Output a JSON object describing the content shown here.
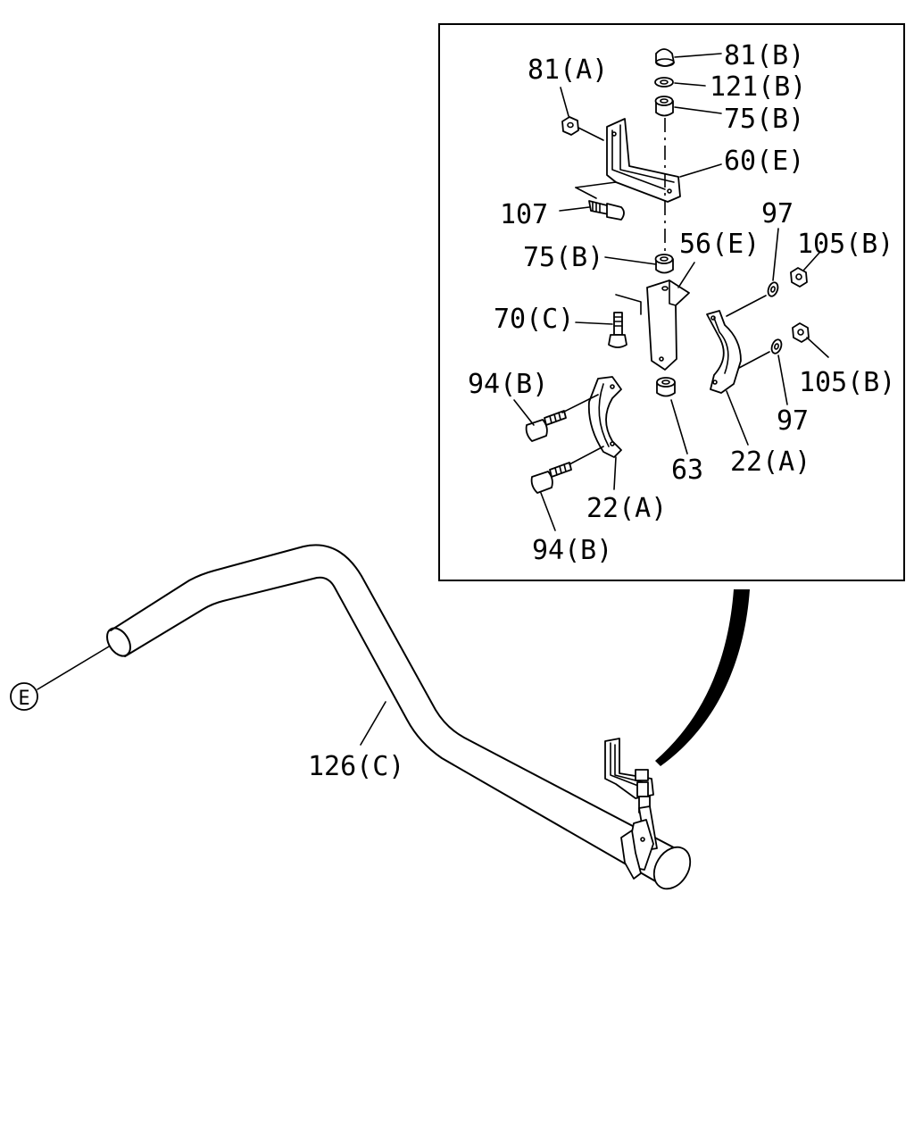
{
  "callouts": {
    "c81A": "81(A)",
    "c81B": "81(B)",
    "c121B": "121(B)",
    "c75B_top": "75(B)",
    "c60E": "60(E)",
    "c107": "107",
    "c97_top": "97",
    "c105B_top": "105(B)",
    "c75B_mid": "75(B)",
    "c56E": "56(E)",
    "c70C": "70(C)",
    "c105B_bot": "105(B)",
    "c94B_top": "94(B)",
    "c97_bot": "97",
    "c63": "63",
    "c22A_right": "22(A)",
    "c22A_left": "22(A)",
    "c94B_bot": "94(B)",
    "c126C": "126(C)"
  },
  "ref_marker": "E"
}
